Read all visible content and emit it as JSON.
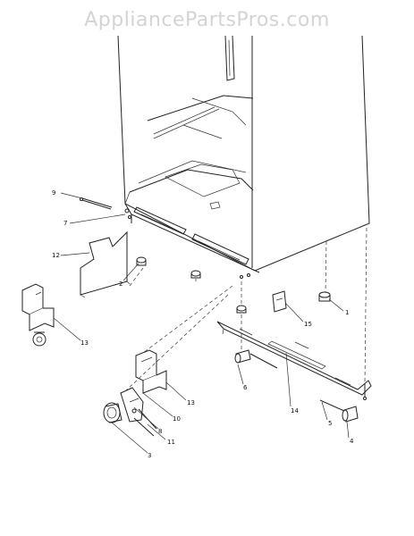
{
  "watermark": "AppliancePartsPros.com",
  "callouts": [
    {
      "id": "9",
      "text": "9"
    },
    {
      "id": "7",
      "text": "7"
    },
    {
      "id": "12",
      "text": "12"
    },
    {
      "id": "2",
      "text": "2"
    },
    {
      "id": "13a",
      "text": "13"
    },
    {
      "id": "15",
      "text": "15"
    },
    {
      "id": "1",
      "text": "1"
    },
    {
      "id": "6",
      "text": "6"
    },
    {
      "id": "14",
      "text": "14"
    },
    {
      "id": "13b",
      "text": "13"
    },
    {
      "id": "10",
      "text": "10"
    },
    {
      "id": "8",
      "text": "8"
    },
    {
      "id": "11",
      "text": "11"
    },
    {
      "id": "5",
      "text": "5"
    },
    {
      "id": "4",
      "text": "4"
    },
    {
      "id": "3",
      "text": "3"
    }
  ]
}
